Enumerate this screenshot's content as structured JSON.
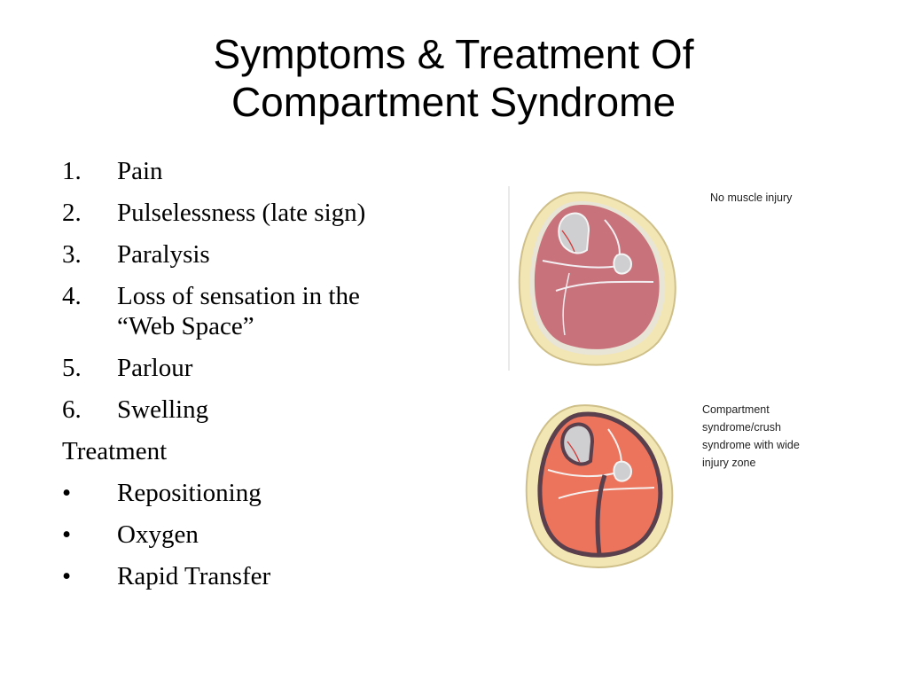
{
  "slide": {
    "title_line1": "Symptoms & Treatment Of",
    "title_line2": "Compartment Syndrome"
  },
  "symptoms": [
    {
      "marker": "1.",
      "line1": "Pain",
      "line2": ""
    },
    {
      "marker": "2.",
      "line1": "Pulselessness (late sign)",
      "line2": ""
    },
    {
      "marker": "3.",
      "line1": "Paralysis",
      "line2": ""
    },
    {
      "marker": "4.",
      "line1": "Loss of sensation in the",
      "line2": "“Web Space”"
    },
    {
      "marker": "5.",
      "line1": "Parlour",
      "line2": ""
    },
    {
      "marker": "6.",
      "line1": "Swelling",
      "line2": ""
    }
  ],
  "treatment": {
    "heading": "Treatment",
    "items": [
      {
        "marker": "•",
        "text": "Repositioning"
      },
      {
        "marker": "•",
        "text": "Oxygen"
      },
      {
        "marker": "•",
        "text": "Rapid Transfer"
      }
    ]
  },
  "diagrams": {
    "top_caption": "No muscle injury",
    "bottom_caption_lines": [
      "Compartment",
      "syndrome/crush",
      "syndrome with wide",
      "injury zone"
    ]
  },
  "colors": {
    "skin_fat": "#f2e6b4",
    "skin_outline": "#cfc08a",
    "muscle_normal": "#c8737c",
    "muscle_injured": "#ec735c",
    "injury_border": "#5a3f4c",
    "bone": "#cfcfd1"
  }
}
